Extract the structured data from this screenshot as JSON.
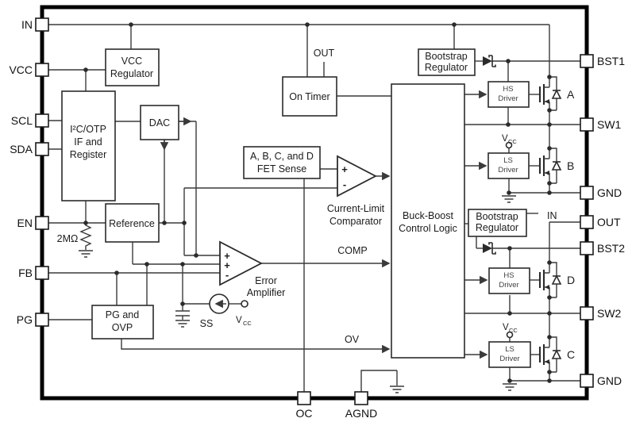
{
  "pins": {
    "left": [
      "IN",
      "VCC",
      "SCL",
      "SDA",
      "EN",
      "FB",
      "PG"
    ],
    "right": [
      "BST1",
      "SW1",
      "GND",
      "OUT",
      "BST2",
      "SW2",
      "GND"
    ],
    "bottom": [
      "OC",
      "AGND"
    ]
  },
  "blocks": {
    "vcc_regulator": {
      "l1": "VCC",
      "l2": "Regulator"
    },
    "i2c": {
      "l1": "I²C/OTP",
      "l2": "IF and",
      "l3": "Register"
    },
    "dac": "DAC",
    "reference": "Reference",
    "pg_ovp": {
      "l1": "PG and",
      "l2": "OVP"
    },
    "on_timer": "On Timer",
    "fet_sense": {
      "l1": "A, B, C, and D",
      "l2": "FET Sense"
    },
    "buck_boost": {
      "l1": "Buck-Boost",
      "l2": "Control Logic"
    },
    "bootstrap": {
      "l1": "Bootstrap",
      "l2": "Regulator"
    },
    "hs_driver": {
      "l1": "HS",
      "l2": "Driver"
    },
    "ls_driver": {
      "l1": "LS",
      "l2": "Driver"
    }
  },
  "amplifiers": {
    "error": {
      "l1": "Error",
      "l2": "Amplifier"
    },
    "comparator": {
      "l1": "Current-Limit",
      "l2": "Comparator"
    },
    "plus": "+",
    "minus": "-"
  },
  "labels": {
    "out_stub": "OUT",
    "in_stub": "IN",
    "comp": "COMP",
    "ov": "OV",
    "ss": "SS",
    "en_resistor": "2MΩ",
    "vcc_main": "V",
    "vcc_sub": "CC",
    "fet_a": "A",
    "fet_b": "B",
    "fet_c": "C",
    "fet_d": "D"
  },
  "colors": {
    "wire": "#3a3a3a",
    "outline": "#000000",
    "text": "#1c1c1c",
    "background": "#ffffff"
  }
}
